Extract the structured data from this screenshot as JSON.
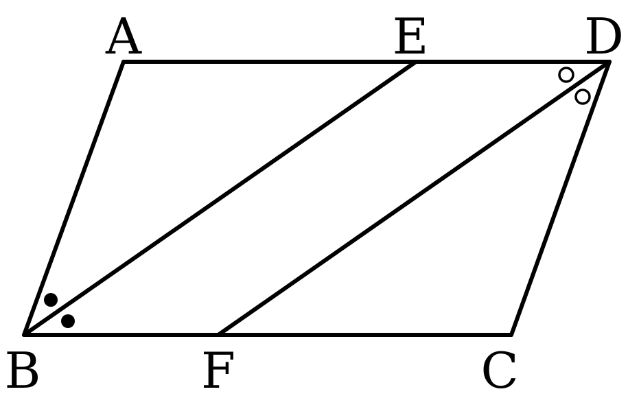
{
  "diagram": {
    "vertices": {
      "A": "A",
      "E": "E",
      "D": "D",
      "B": "B",
      "F": "F",
      "C": "C"
    },
    "segments": [
      "AD",
      "DC",
      "CB",
      "BA",
      "BE",
      "DF"
    ],
    "angle_marks": {
      "B": "filled-dot",
      "D": "open-circle"
    },
    "colors": {
      "stroke": "#000000",
      "background": "#ffffff"
    }
  }
}
